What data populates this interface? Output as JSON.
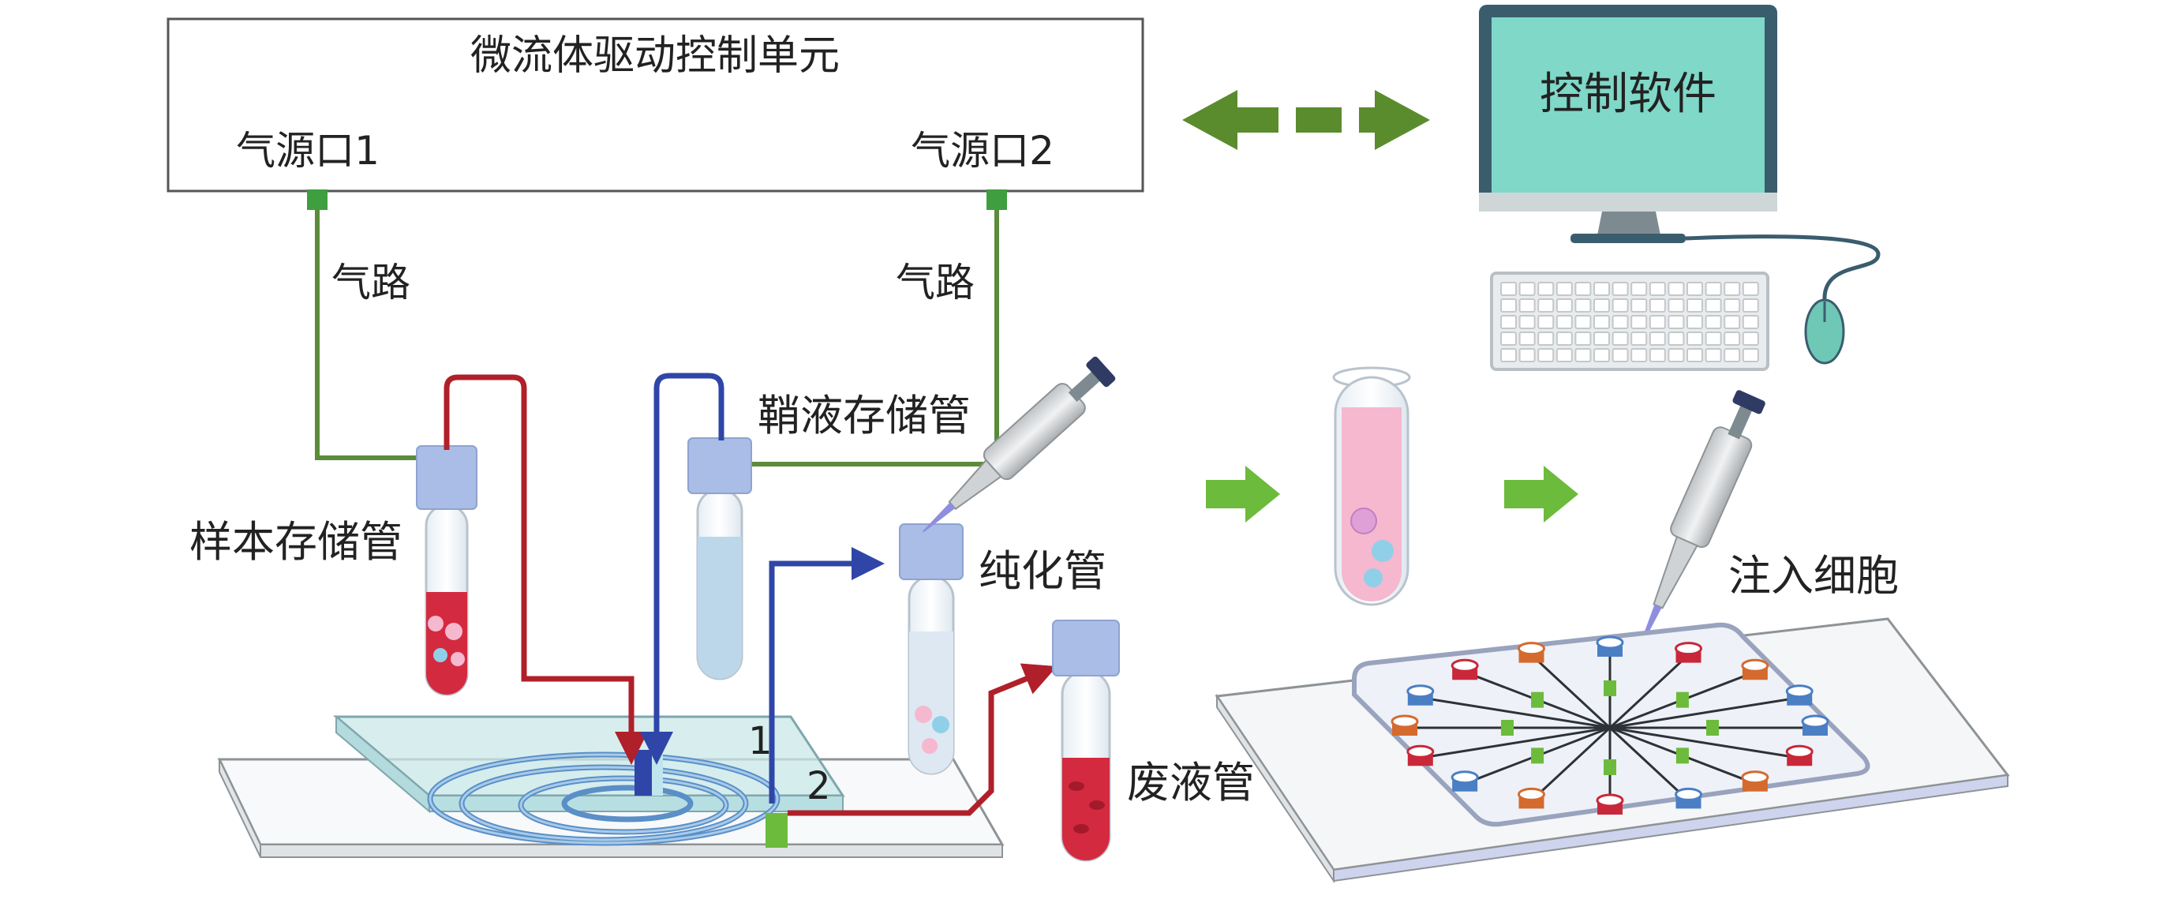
{
  "control_unit": {
    "title": "微流体驱动控制单元",
    "port1": "气源口1",
    "port2": "气源口2"
  },
  "computer": {
    "screen_text": "控制软件"
  },
  "air_path": {
    "left": "气路",
    "right": "气路"
  },
  "tubes": {
    "sample": "样本存储管",
    "sheath": "鞘液存储管",
    "purify": "纯化管",
    "waste": "废液管"
  },
  "chip": {
    "outlet1": "1",
    "outlet2": "2"
  },
  "inject": "注入细胞",
  "colors": {
    "air_line": "#5a8c3a",
    "sample_line": "#b0202a",
    "sheath_line": "#2f46a8",
    "arrow_green": "#5a8c2e",
    "flow_arrow": "#6cbb3c",
    "screen": "#7fd8c8",
    "tube_cap": "#a9bde6",
    "blood": "#d42a40",
    "pink": "#f5b8cf"
  }
}
